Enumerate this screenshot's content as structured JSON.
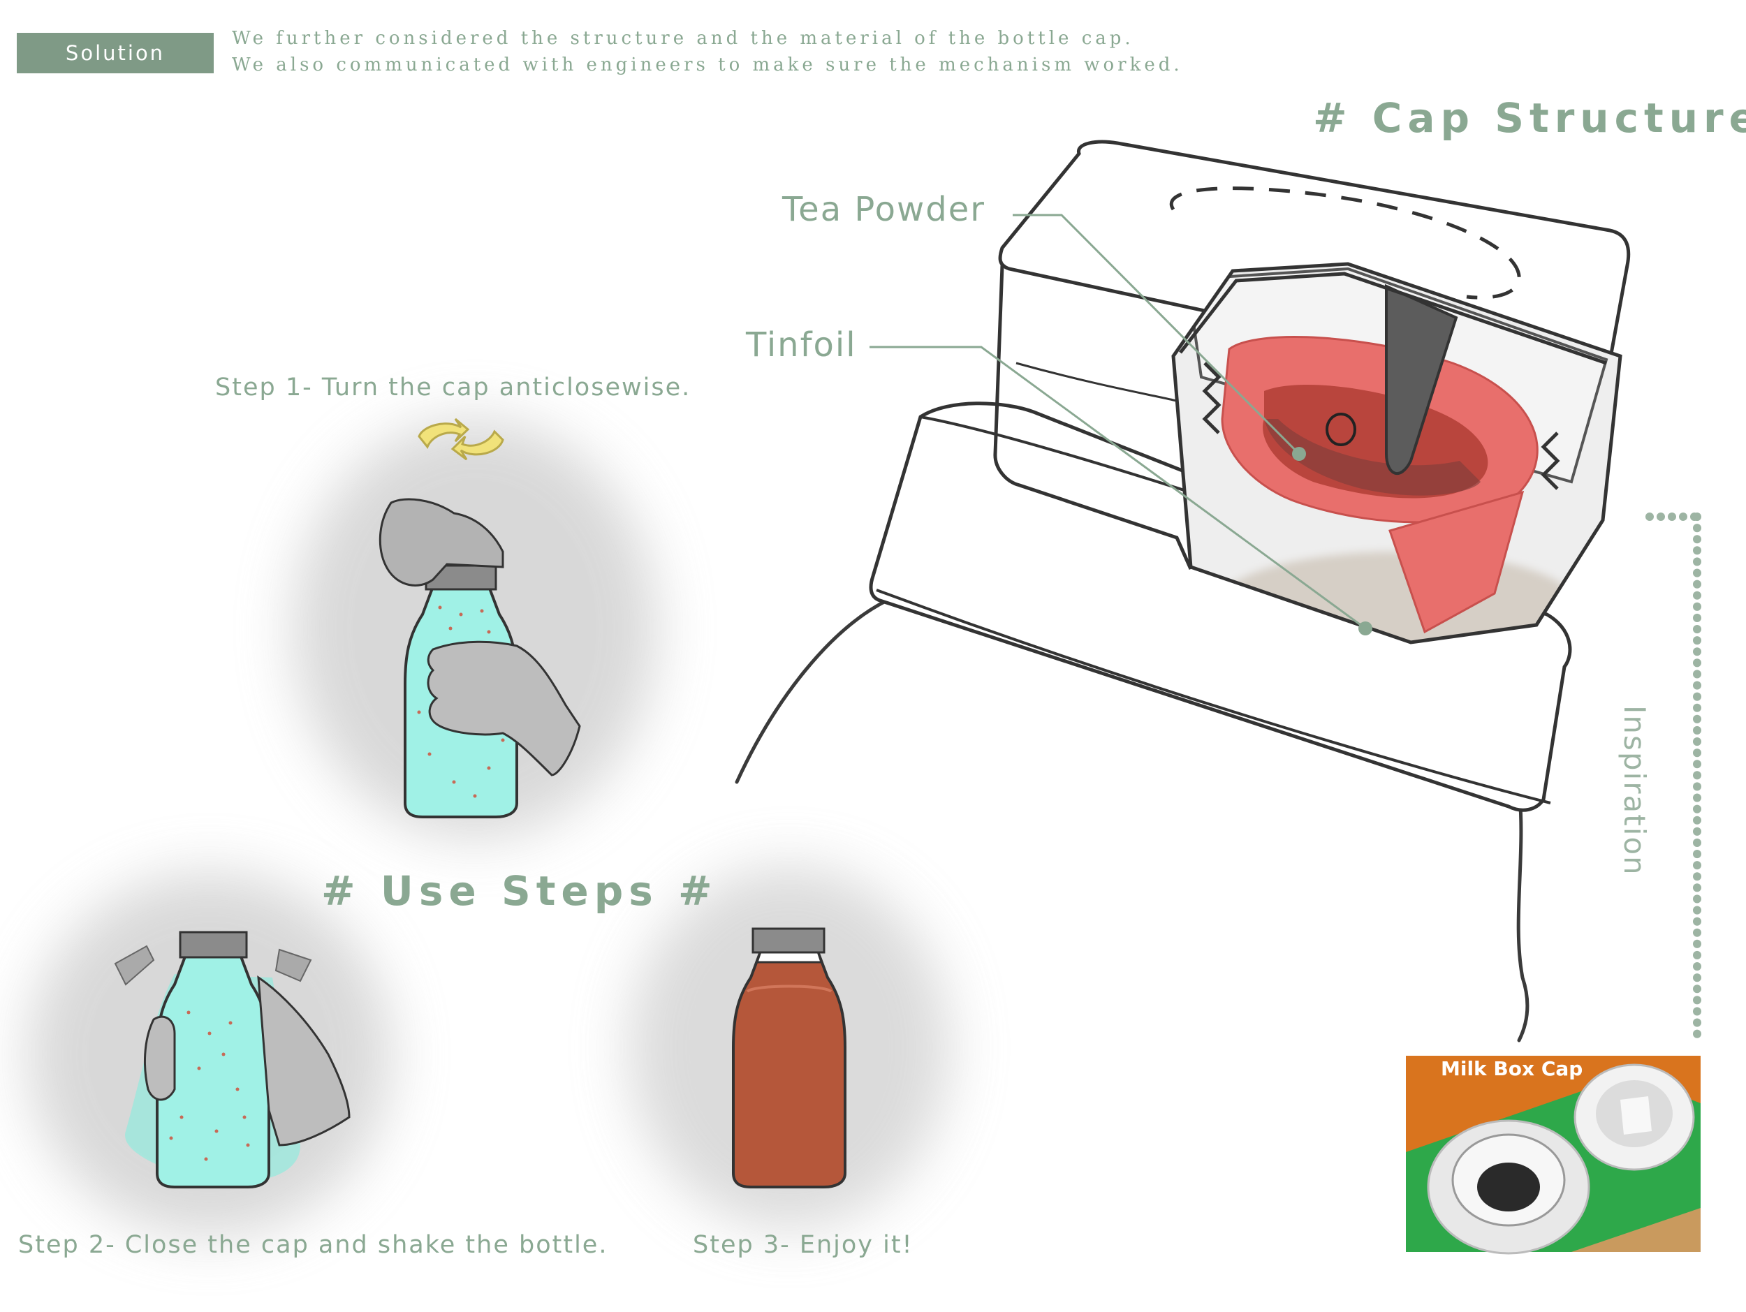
{
  "header": {
    "tag": "Solution",
    "intro_line_1": "We further considered the structure and the material of the bottle cap.",
    "intro_line_2": "We also communicated with engineers to make sure the mechanism worked."
  },
  "cap_structure": {
    "heading": "# Cap Structure #",
    "callouts": [
      "Tea Powder",
      "Tinfoil"
    ]
  },
  "use_steps": {
    "heading": "# Use Steps #",
    "steps": [
      "Step 1- Turn the cap anticlosewise.",
      "Step 2- Close the cap and shake the bottle.",
      "Step 3- Enjoy it!"
    ]
  },
  "inspiration": {
    "label": "Inspiration",
    "photo_caption": "Milk Box Cap"
  },
  "colors": {
    "accent": "#8aa892",
    "tag_bg": "#7f9a86",
    "tinfoil": "#e86f6c",
    "water": "#9ff1e6",
    "tea": "#b5573a",
    "milk_box_orange": "#d9741e",
    "milk_box_green": "#2ea84a"
  }
}
